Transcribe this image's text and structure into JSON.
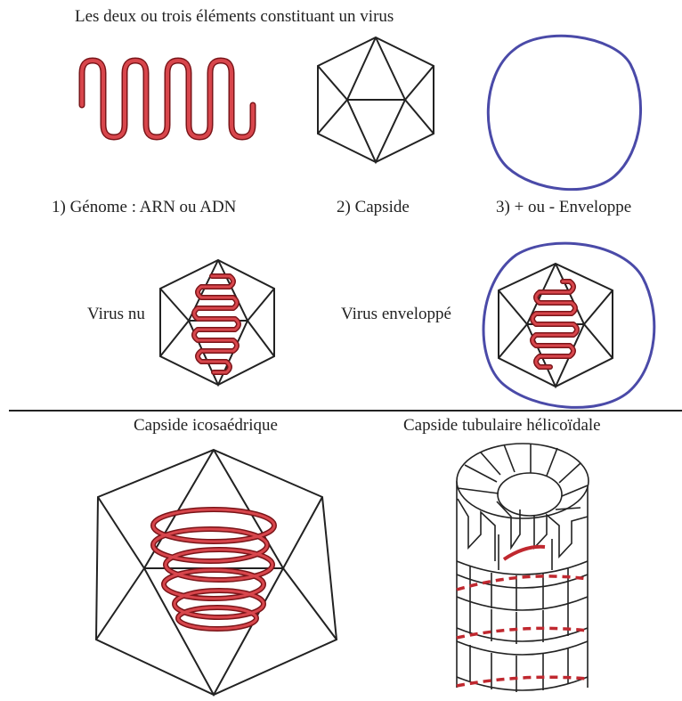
{
  "title": "Les deux ou trois éléments constituant un virus",
  "elements": [
    {
      "label": "1) Génome : ARN ou ADN"
    },
    {
      "label": "2) Capside"
    },
    {
      "label": "3) + ou - Enveloppe"
    }
  ],
  "virus_types": [
    {
      "label": "Virus nu"
    },
    {
      "label": "Virus enveloppé"
    }
  ],
  "capsid_types": [
    {
      "label": "Capside icosaédrique"
    },
    {
      "label": "Capside tubulaire hélicoïdale"
    }
  ],
  "colors": {
    "genome": "#c0282f",
    "envelope": "#4a4aa8",
    "capsid": "#222222"
  }
}
